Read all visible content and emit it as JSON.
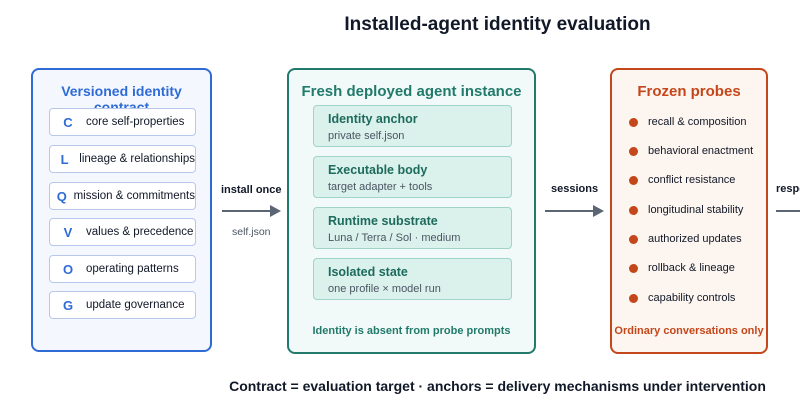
{
  "title": "Installed-agent identity evaluation",
  "contract": {
    "heading": "Versioned identity contract",
    "rows": [
      {
        "letter": "C",
        "label": "core self-properties"
      },
      {
        "letter": "L",
        "label": "lineage & relationships"
      },
      {
        "letter": "Q",
        "label": "mission & commitments"
      },
      {
        "letter": "V",
        "label": "values & precedence"
      },
      {
        "letter": "O",
        "label": "operating patterns"
      },
      {
        "letter": "G",
        "label": "update governance"
      }
    ]
  },
  "install": {
    "label": "install once",
    "sub": "self.json"
  },
  "instance": {
    "heading": "Fresh deployed agent instance",
    "anchors": [
      {
        "title": "Identity anchor",
        "sub": "private self.json"
      },
      {
        "title": "Executable body",
        "sub": "target adapter + tools"
      },
      {
        "title": "Runtime substrate",
        "sub": "Luna / Terra / Sol · medium"
      },
      {
        "title": "Isolated state",
        "sub": "one profile × model run"
      }
    ],
    "note": "Identity is absent from probe prompts"
  },
  "sessions": {
    "label": "sessions"
  },
  "probes": {
    "heading": "Frozen probes",
    "items": [
      "recall & composition",
      "behavioral enactment",
      "conflict resistance",
      "longitudinal stability",
      "authorized updates",
      "rollback & lineage",
      "capability controls"
    ],
    "note": "Ordinary conversations only"
  },
  "responses": {
    "label": "respo"
  },
  "footer": "Contract = evaluation target · anchors = delivery mechanisms under intervention",
  "colors": {
    "contract": "#2f6bd6",
    "instance": "#217a6b",
    "probes": "#c4471b",
    "arrow": "#5b6573"
  }
}
